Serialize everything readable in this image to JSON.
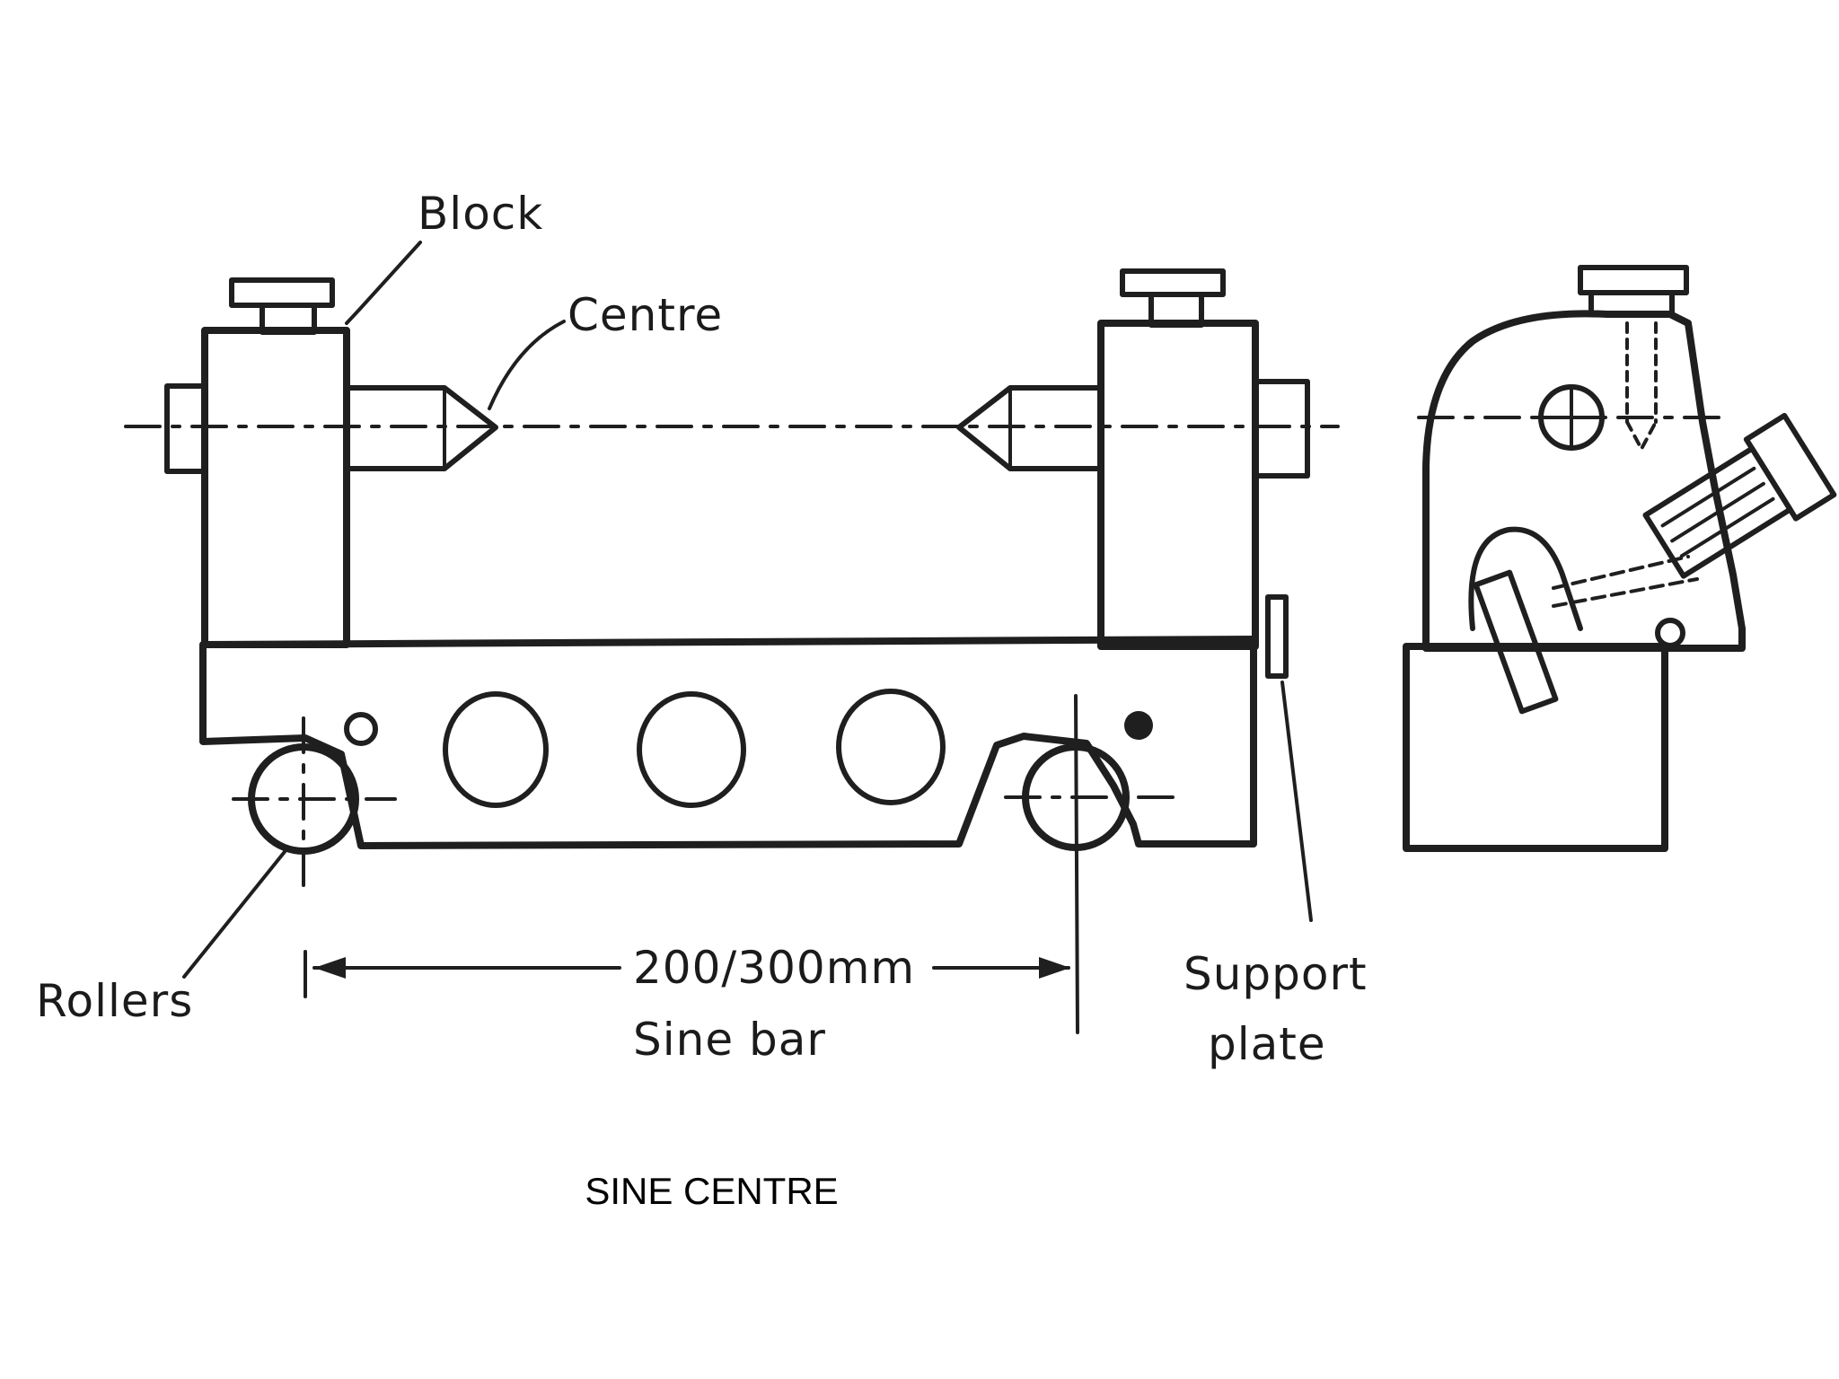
{
  "labels": {
    "block": "Block",
    "centre": "Centre",
    "rollers": "Rollers",
    "dimension": "200/300mm",
    "sine_bar": "Sine bar",
    "support_line1": "Support",
    "support_line2": "plate"
  },
  "caption": "SINE CENTRE",
  "colors": {
    "ink": "#1f1f1f",
    "background": "#ffffff"
  }
}
